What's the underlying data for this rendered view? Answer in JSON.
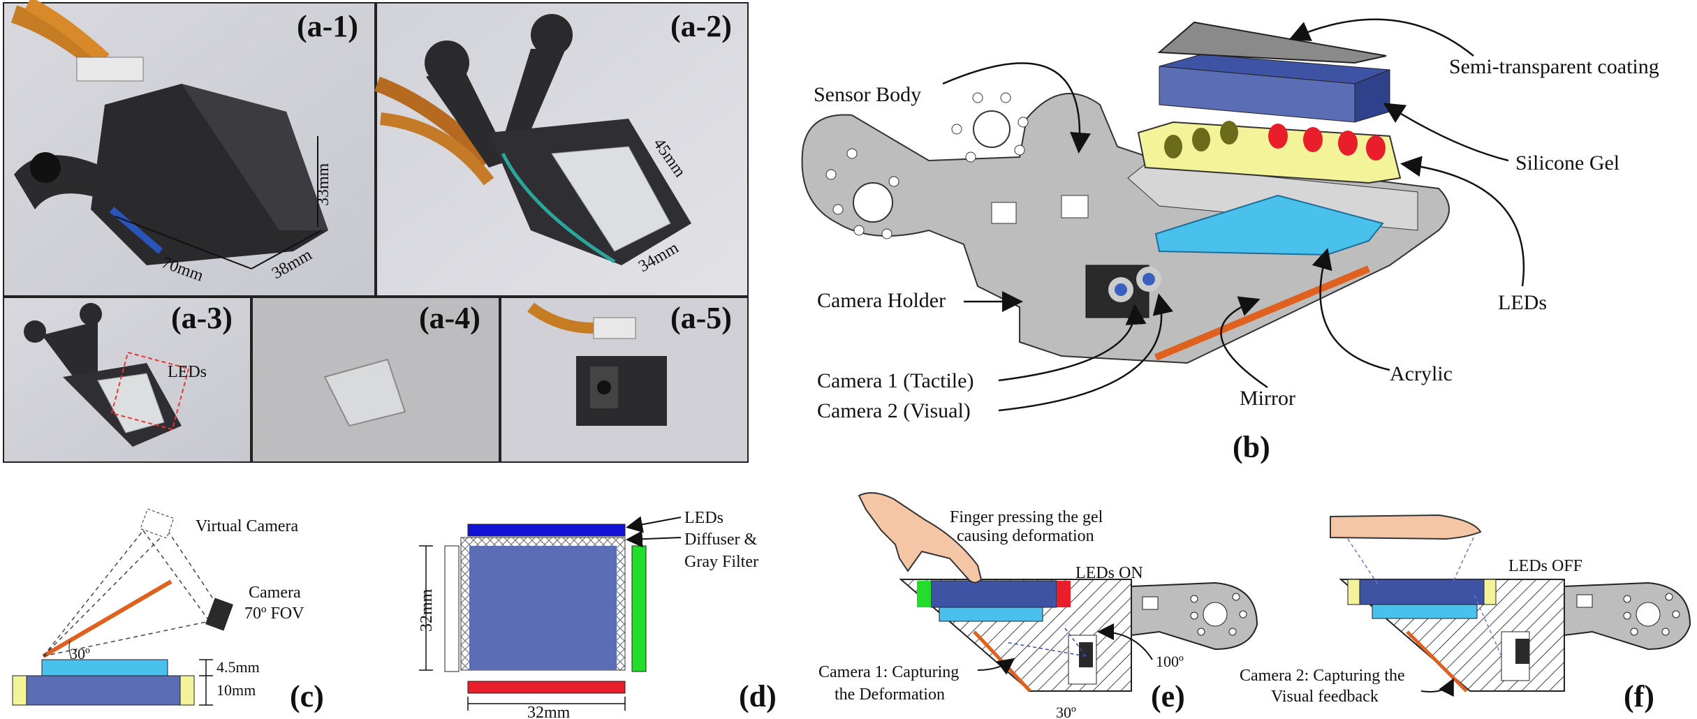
{
  "panels": {
    "a1": "(a-1)",
    "a2": "(a-2)",
    "a3": "(a-3)",
    "a4": "(a-4)",
    "a5": "(a-5)",
    "b": "(b)",
    "c": "(c)",
    "d": "(d)",
    "e": "(e)",
    "f": "(f)"
  },
  "photo_dims": {
    "a1_70": "70mm",
    "a1_38": "38mm",
    "a1_33": "33mm",
    "a2_45": "45mm",
    "a2_34": "34mm",
    "a3_leds": "LEDs"
  },
  "b_labels": {
    "coating": "Semi-transparent coating",
    "body": "Sensor Body",
    "gel": "Silicone Gel",
    "leds": "LEDs",
    "holder": "Camera Holder",
    "acrylic": "Acrylic",
    "cam1": "Camera 1 (Tactile)",
    "cam2": "Camera 2 (Visual)",
    "mirror": "Mirror"
  },
  "c_labels": {
    "virtual": "Virtual Camera",
    "camera": "Camera",
    "fov": "70º FOV",
    "angle": "30º",
    "h1": "4.5mm",
    "h2": "10mm"
  },
  "d_labels": {
    "leds": "LEDs",
    "diffuser1": "Diffuser &",
    "diffuser2": "Gray Filter",
    "w": "32mm",
    "h": "32mm"
  },
  "e_labels": {
    "finger1": "Finger pressing the gel",
    "finger2": "causing deformation",
    "on": "LEDs ON",
    "cap1": "Camera 1: Capturing",
    "cap2": "the Deformation",
    "angle": "100º",
    "angle2": "30º"
  },
  "f_labels": {
    "off": "LEDs OFF",
    "cap1": "Camera 2: Capturing the",
    "cap2": "Visual feedback"
  },
  "colors": {
    "gel": "#5a6db5",
    "acrylic": "#4ac0ec",
    "led_yellow": "#f3f39a",
    "led_red": "#e81e2a",
    "led_blue": "#1313d6",
    "led_green": "#22dd2a",
    "mirror": "#e0601e",
    "body": "#bdbdbd"
  }
}
